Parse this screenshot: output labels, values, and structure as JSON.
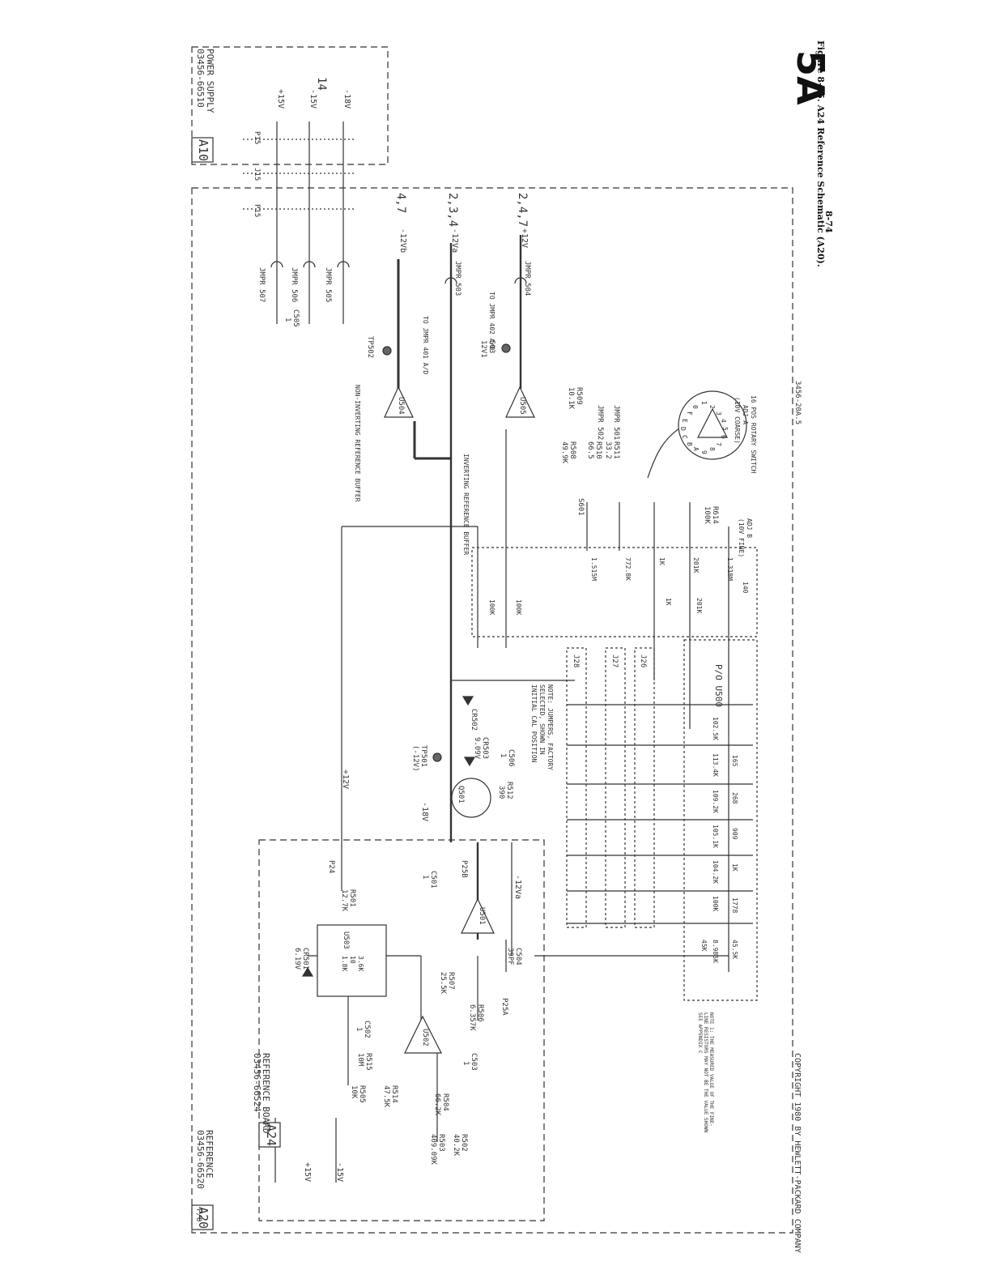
{
  "page": {
    "section_code": "5A",
    "figure_number": "Figure 8-65.",
    "figure_title": "A24 Reference Schematic (A20).",
    "page_number": "8-74",
    "drawing_number": "3456-20A.5",
    "copyright": "COPYRIGHT 1980 BY HEWLETT-PACKARD COMPANY",
    "note": "NOTE 1: THE MEASURED VALUE OF THE FINE-LINE RESISTORS MAY NOT BE THE VALUE SHOWN SEE APPENDIX C"
  },
  "blocks": {
    "a20": {
      "designator": "A20",
      "prefix": "P/O",
      "name": "REFERENCE",
      "part": "03456-66520"
    },
    "a10": {
      "designator": "A10",
      "name": "POWER SUPPLY",
      "part": "03456-66510"
    },
    "a24": {
      "designator": "A24",
      "name": "REFERENCE BOARD",
      "part": "03456-66524"
    },
    "u500": {
      "label": "P/O U500"
    }
  },
  "connectors": [
    "P15",
    "J15",
    "P24",
    "P25B",
    "P25A",
    "J26",
    "J27",
    "J28"
  ],
  "rails": [
    {
      "label": "+15V",
      "sheet_ref": "14"
    },
    {
      "label": "-15V",
      "sheet_ref": ""
    },
    {
      "label": "-18V",
      "sheet_ref": ""
    },
    {
      "label": "-12Vb",
      "sheet_ref": "4,7"
    },
    {
      "label": "-12Va",
      "sheet_ref": "2,3,4"
    },
    {
      "label": "+12V",
      "sheet_ref": "2,4,7"
    }
  ],
  "components": {
    "jumpers": [
      "JMPR 507",
      "JMPR 506",
      "JMPR 505",
      "JMPR 503",
      "JMPR 504",
      "JMPR 502",
      "JMPR 501"
    ],
    "capacitors": [
      {
        "ref": "C505",
        "value": "1"
      },
      {
        "ref": "C506",
        "value": "1"
      },
      {
        "ref": "C501",
        "value": "1"
      },
      {
        "ref": "C504",
        "value": "39PF"
      },
      {
        "ref": "C502",
        "value": "1"
      },
      {
        "ref": "C503",
        "value": "1"
      }
    ],
    "resistors": [
      {
        "ref": "R508",
        "value": "49.9K"
      },
      {
        "ref": "R509",
        "value": "10.1K"
      },
      {
        "ref": "R510",
        "value": "66.5"
      },
      {
        "ref": "R511",
        "value": "33.2"
      },
      {
        "ref": "R512",
        "value": "390"
      },
      {
        "ref": "R501",
        "value": "12.7K"
      },
      {
        "ref": "R507",
        "value": "25.5K"
      },
      {
        "ref": "R506",
        "value": "6.357K"
      },
      {
        "ref": "R505",
        "value": "10K"
      },
      {
        "ref": "R515",
        "value": "10M"
      },
      {
        "ref": "R514",
        "value": "47.5K"
      },
      {
        "ref": "R504",
        "value": "66.2K"
      },
      {
        "ref": "R503",
        "value": "409.09K"
      },
      {
        "ref": "R502",
        "value": "40.2K"
      },
      {
        "ref": "R614",
        "value": "100K"
      }
    ],
    "opamps": [
      {
        "ref": "U504",
        "function": "NON-INVERTING REFERENCE BUFFER"
      },
      {
        "ref": "U505",
        "function": "INVERTING REFERENCE BUFFER"
      },
      {
        "ref": "U501",
        "function": ""
      },
      {
        "ref": "U502",
        "function": ""
      }
    ],
    "semis": [
      {
        "ref": "Q501",
        "value": ""
      },
      {
        "ref": "CR502",
        "value": ""
      },
      {
        "ref": "CR503",
        "value": "9.09V"
      },
      {
        "ref": "CR501",
        "value": "6.19V"
      },
      {
        "ref": "U503",
        "value": ""
      }
    ],
    "test_points": [
      {
        "ref": "TP502",
        "label": ""
      },
      {
        "ref": "TP501",
        "label": "(-12V)"
      },
      {
        "ref": "503",
        "label": "12V1"
      }
    ],
    "u503_values": [
      "1.8K",
      "10",
      "3.6K"
    ],
    "to_labels": [
      "TO JMPR 401 A/D",
      "TO JMPR 402 A/D"
    ],
    "switch": {
      "ref": "S601",
      "title": "16 POS ROTARY SWITCH",
      "adj": "ADJ A",
      "range": "(10V COARSE)",
      "positions": [
        "0",
        "1",
        "2",
        "3",
        "4",
        "5",
        "6",
        "7",
        "8",
        "9",
        "A",
        "B",
        "C",
        "D",
        "E",
        "F"
      ]
    },
    "fine_adj": {
      "label": "ADJ B",
      "range": "(10V FINE)"
    },
    "u500_resistors": [
      "1.515M",
      "772.8K",
      "1K",
      "201K",
      "1.318M",
      "140",
      "100K",
      "100K",
      "1K",
      "201K"
    ],
    "network_top": [
      "102.5K",
      "113.4K",
      "109.2K",
      "105.1K",
      "104.2K",
      "100K",
      "45K",
      "8.985K"
    ],
    "network_bottom": [
      "165",
      "268",
      "909",
      "1K",
      "1778",
      "45.5K"
    ],
    "jumper_note": "NOTE: JUMPERS, FACTORY SELECTED, SHOWN IN INITIAL CAL POSITION"
  }
}
